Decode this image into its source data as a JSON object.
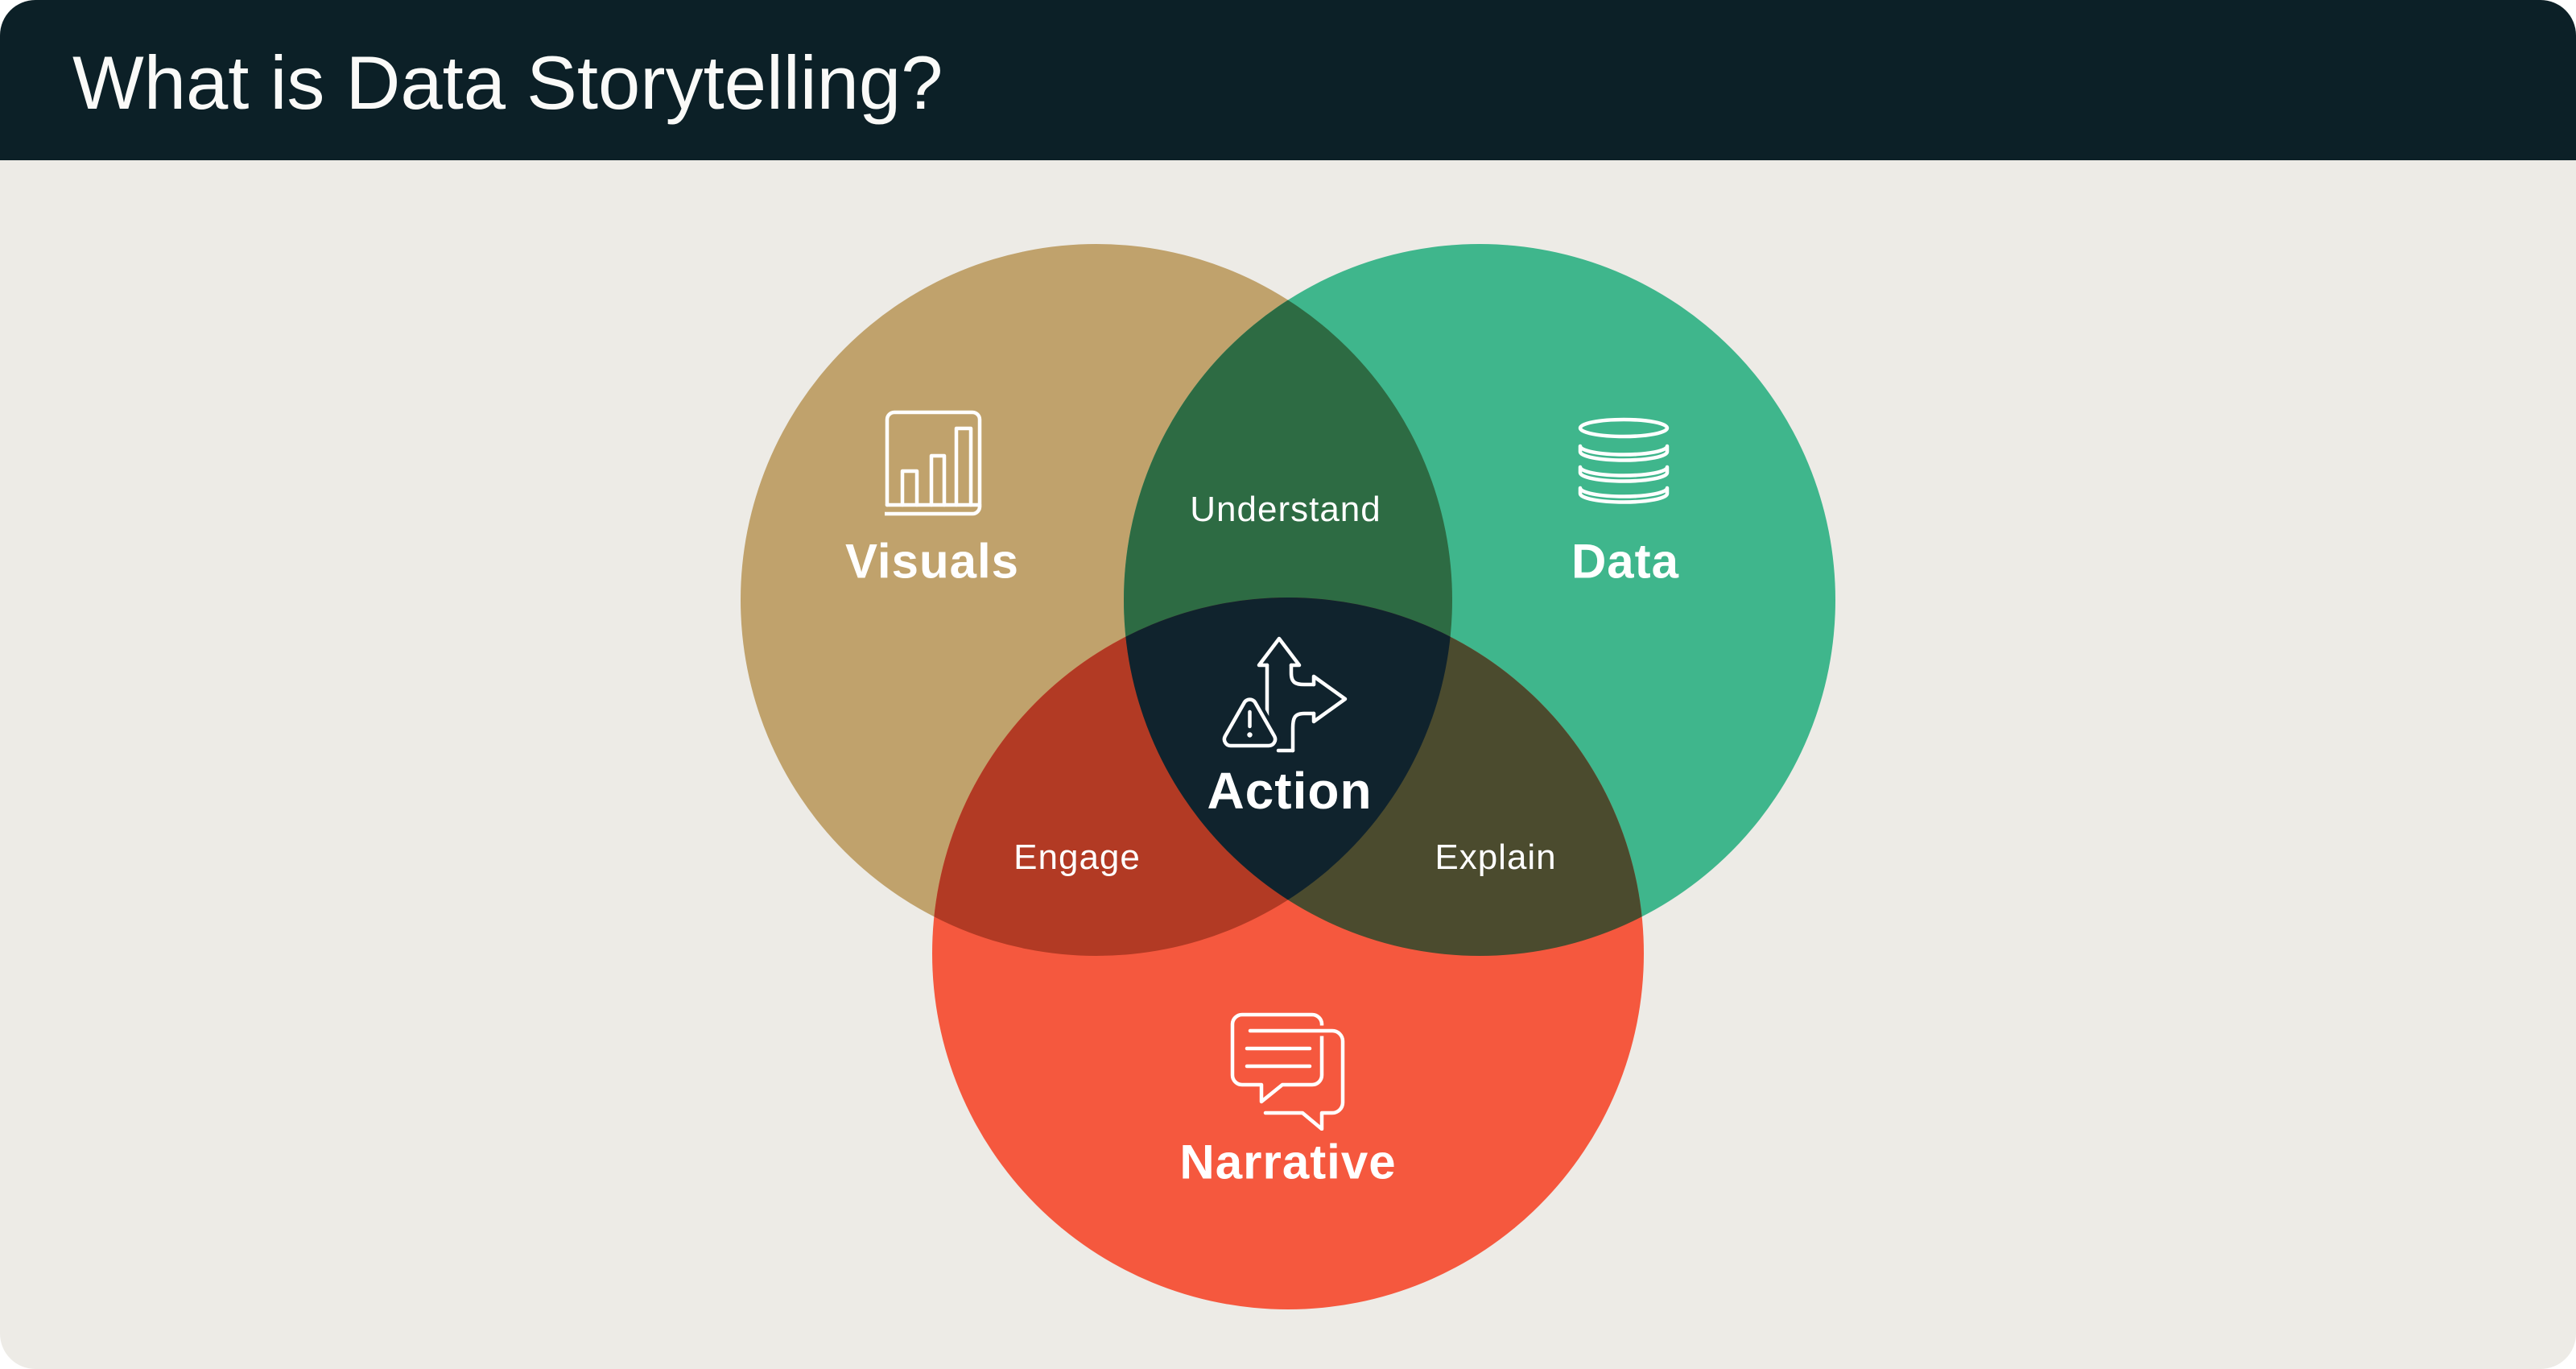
{
  "header": {
    "title": "What is Data Storytelling?"
  },
  "colors": {
    "header_bg": "#0C2027",
    "page_bg": "#EDEBE6",
    "text": "#FFFFFF",
    "visuals_circle": "#C0A26C",
    "data_circle": "#3FB68C",
    "narrative_circle": "#F5583E",
    "visuals_data_overlap": "#2D6B43",
    "visuals_narrative_overlap": "#B23A24",
    "data_narrative_overlap": "#4B4B2E",
    "center_overlap": "#10232D"
  },
  "venn": {
    "circles": [
      {
        "label": "Visuals",
        "icon": "bar-chart-icon"
      },
      {
        "label": "Data",
        "icon": "database-icon"
      },
      {
        "label": "Narrative",
        "icon": "chat-bubbles-icon"
      }
    ],
    "overlaps": {
      "visuals_data": {
        "label": "Understand"
      },
      "visuals_narrative": {
        "label": "Engage"
      },
      "data_narrative": {
        "label": "Explain"
      },
      "center": {
        "label": "Action",
        "icon": "decision-arrows-icon"
      }
    }
  }
}
